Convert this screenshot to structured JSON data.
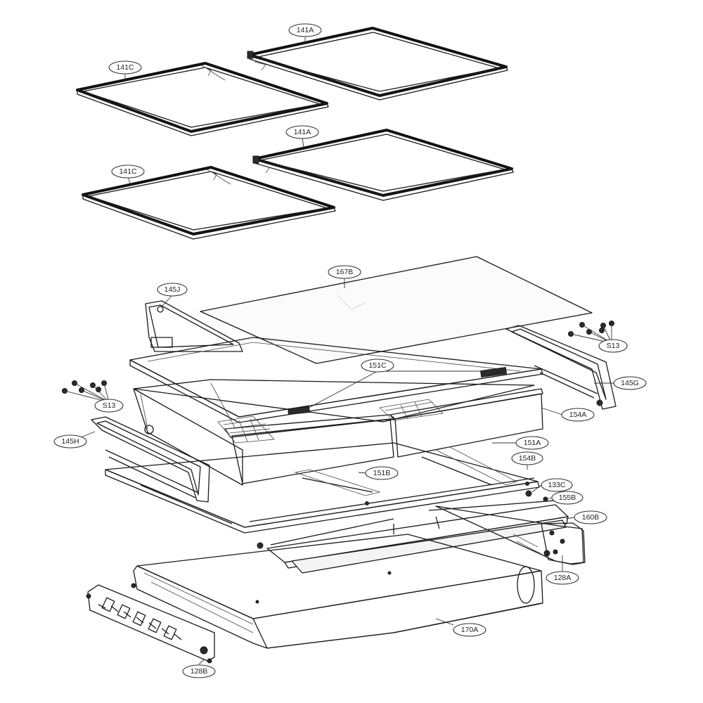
{
  "callouts": {
    "c141a_top": "141A",
    "c141c_top": "141C",
    "c141a_mid": "141A",
    "c141c_mid": "141C",
    "c167b": "167B",
    "c145j": "145J",
    "c151c": "151C",
    "cs13_right": "S13",
    "cs13_left": "S13",
    "c145g": "145G",
    "c154a": "154A",
    "c145h": "145H",
    "c151a": "151A",
    "c151b": "151B",
    "c154b": "154B",
    "c133c": "133C",
    "c155b": "155B",
    "c160b": "160B",
    "c128a": "128A",
    "c170a": "170A",
    "c128b": "128B"
  }
}
